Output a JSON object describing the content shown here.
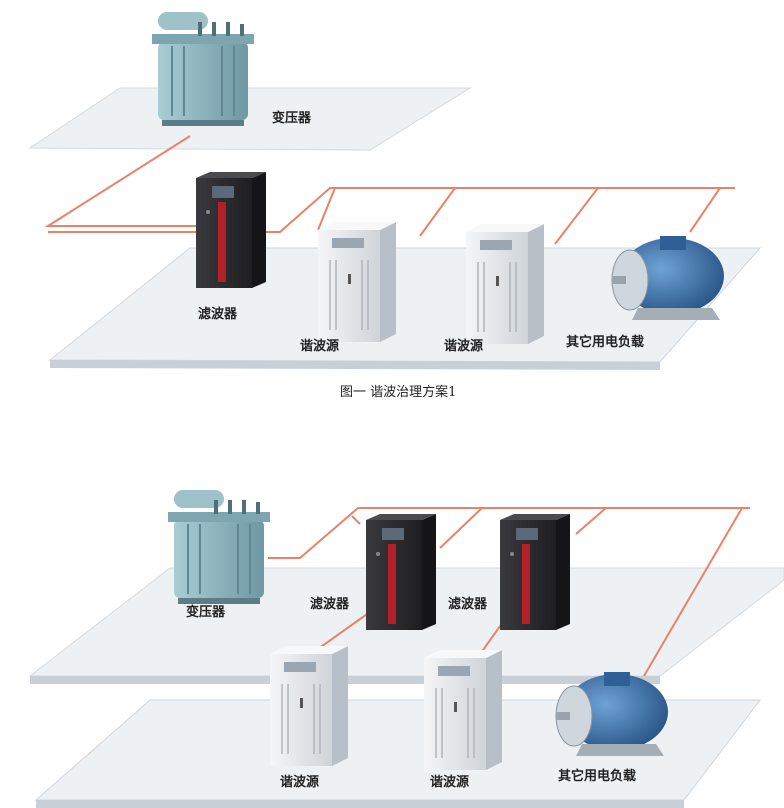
{
  "diagram1": {
    "labels": {
      "transformer": "变压器",
      "filter": "滤波器",
      "harmonic_source_1": "谐波源",
      "harmonic_source_2": "谐波源",
      "other_load": "其它用电负载"
    },
    "caption": "图一  谐波治理方案1"
  },
  "diagram2": {
    "labels": {
      "transformer": "变压器",
      "filter_1": "滤波器",
      "filter_2": "滤波器",
      "harmonic_source_1": "谐波源",
      "harmonic_source_2": "谐波源",
      "other_load": "其它用电负载"
    }
  },
  "colors": {
    "wire": "#e8836a",
    "platform": "#eef1f4",
    "platform_edge": "#c8cfd6",
    "filter_cabinet": "#2b2b2e",
    "filter_stripe": "#b3202a",
    "source_cabinet": "#e4e7ea",
    "transformer": "#8fb7c1",
    "motor": "#3d74b0"
  }
}
